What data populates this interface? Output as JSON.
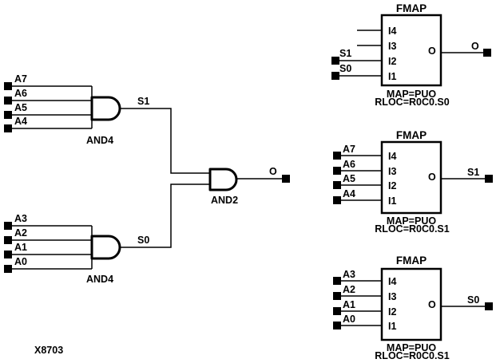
{
  "figure": {
    "id_label": "X8703",
    "ink_color": "#000000",
    "background_color": "#ffffff"
  },
  "gates": {
    "and4_top": {
      "type_label": "AND4",
      "inputs": [
        "A7",
        "A6",
        "A5",
        "A4"
      ],
      "output_net": "S1"
    },
    "and4_bottom": {
      "type_label": "AND4",
      "inputs": [
        "A3",
        "A2",
        "A1",
        "A0"
      ],
      "output_net": "S0"
    },
    "and2": {
      "type_label": "AND2",
      "output_net": "O"
    }
  },
  "fmaps": [
    {
      "title": "FMAP",
      "pins": [
        "I4",
        "I3",
        "I2",
        "I1"
      ],
      "nets": [
        "",
        "",
        "S1",
        "S0"
      ],
      "output_pin": "O",
      "output_net": "O",
      "map_attr": "MAP=PUO",
      "rloc_attr": "RLOC=R0C0.S0"
    },
    {
      "title": "FMAP",
      "pins": [
        "I4",
        "I3",
        "I2",
        "I1"
      ],
      "nets": [
        "A7",
        "A6",
        "A5",
        "A4"
      ],
      "output_pin": "O",
      "output_net": "S1",
      "map_attr": "MAP=PUO",
      "rloc_attr": "RLOC=R0C0.S1"
    },
    {
      "title": "FMAP",
      "pins": [
        "I4",
        "I3",
        "I2",
        "I1"
      ],
      "nets": [
        "A3",
        "A2",
        "A1",
        "A0"
      ],
      "output_pin": "O",
      "output_net": "S0",
      "map_attr": "MAP=PUO",
      "rloc_attr": "RLOC=R0C0.S1"
    }
  ]
}
